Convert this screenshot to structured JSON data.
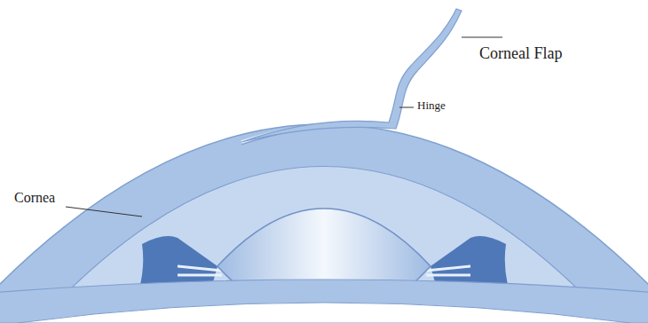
{
  "diagram": {
    "labels": [
      "Corneal Flap",
      "Hinge",
      "Cornea"
    ]
  }
}
